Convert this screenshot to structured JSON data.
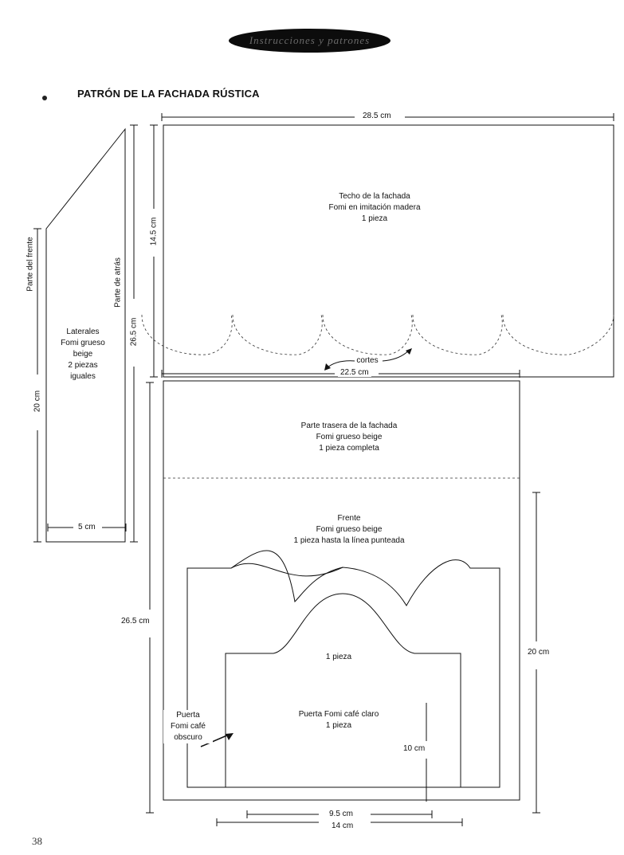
{
  "header": {
    "banner_text": "Instrucciones y patrones",
    "title": "PATRÓN DE LA FACHADA RÚSTICA",
    "page_number": "38"
  },
  "laterales": {
    "label_lines": [
      "Laterales",
      "Fomi grueso",
      "beige",
      "2 piezas",
      "iguales"
    ],
    "front_label": "Parte del frente",
    "back_label": "Parte de atrás",
    "height_front": "20 cm",
    "height_back": "26.5 cm",
    "width": "5 cm"
  },
  "techo": {
    "label_lines": [
      "Techo de la fachada",
      "Fomi en imitación madera",
      "1 pieza"
    ],
    "width": "28.5 cm",
    "height": "14.5 cm",
    "cuts_label": "cortes"
  },
  "trasera": {
    "label_lines": [
      "Parte trasera de la fachada",
      "Fomi grueso beige",
      "1 pieza completa"
    ],
    "width": "22.5 cm",
    "height": "26.5 cm"
  },
  "frente": {
    "label_lines": [
      "Frente",
      "Fomi grueso beige",
      "1 pieza hasta la línea punteada"
    ],
    "height": "20 cm"
  },
  "puerta": {
    "frame_label": "1 pieza",
    "inner_label_lines": [
      "Puerta Fomi café claro",
      "1 pieza"
    ],
    "dark_label_lines": [
      "Puerta",
      "Fomi café",
      "obscuro"
    ],
    "height": "10 cm",
    "inner_width": "9.5 cm",
    "outer_width": "14 cm"
  }
}
